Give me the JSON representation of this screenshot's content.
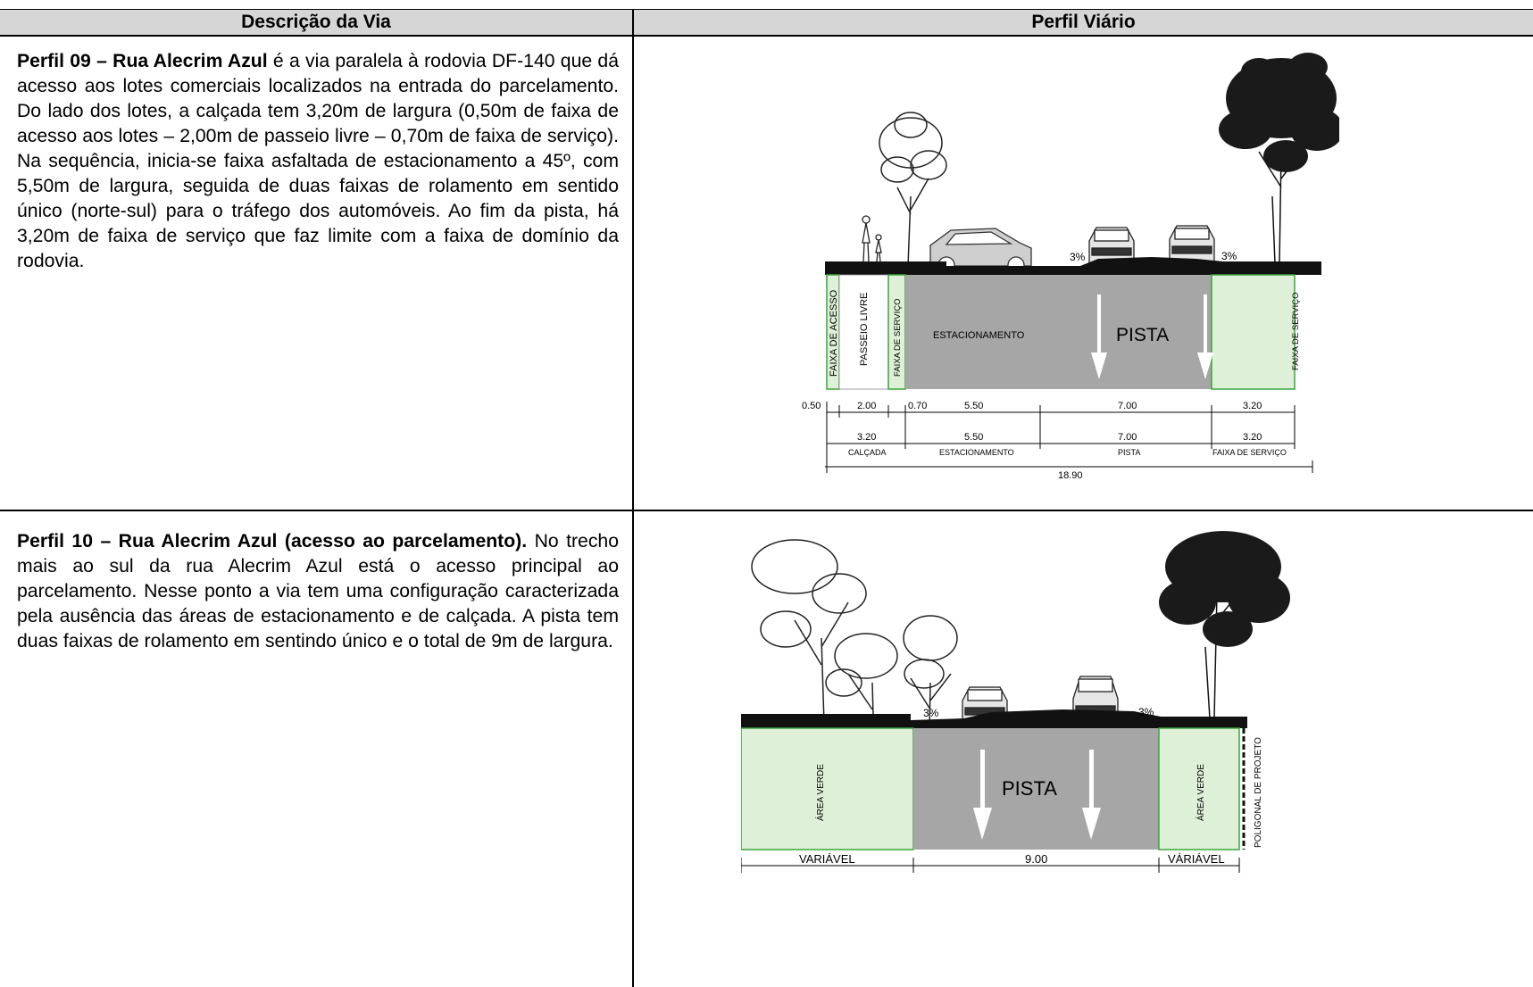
{
  "table": {
    "headers": [
      "Descrição da Via",
      "Perfil Viário"
    ]
  },
  "rows": [
    {
      "title": "Perfil 09 – Rua Alecrim Azul",
      "text": " é a via paralela à rodovia DF-140 que dá acesso aos lotes comerciais localizados na entrada do parcelamento. Do lado dos lotes, a calçada tem 3,20m de largura (0,50m de faixa de acesso aos lotes – 2,00m de passeio livre – 0,70m de faixa de serviço). Na sequência, inicia-se faixa asfaltada de estacionamento a 45º, com 5,50m de largura, seguida de duas faixas de rolamento em sentido único (norte-sul) para o tráfego dos automóveis. Ao fim da pista, há 3,20m de faixa de serviço que faz limite com a faixa de domínio da rodovia.",
      "diagram": {
        "slope_left": "3%",
        "slope_right": "3%",
        "zones": {
          "faixa_acesso": "FAIXA DE ACESSO",
          "passeio_livre": "PASSEIO LIVRE",
          "faixa_servico_left": "FAIXA DE SERVIÇO",
          "estacionamento": "ESTACIONAMENTO",
          "pista": "PISTA",
          "faixa_servico_right": "FAIXA DE SERVIÇO"
        },
        "dims_row1": [
          "0.50",
          "2.00",
          "0.70",
          "5.50",
          "7.00",
          "3.20"
        ],
        "dims_row2": [
          "3.20",
          "5.50",
          "7.00",
          "3.20"
        ],
        "dims_row2_labels": [
          "CALÇADA",
          "ESTACIONAMENTO",
          "PISTA",
          "FAIXA DE SERVIÇO"
        ],
        "total": "18.90"
      }
    },
    {
      "title": "Perfil 10 – Rua Alecrim Azul (acesso ao parcelamento).",
      "text": " No trecho mais ao sul da rua Alecrim Azul está o acesso principal ao parcelamento. Nesse ponto a via tem uma configuração caracterizada pela ausência das áreas de estacionamento e de calçada. A pista tem duas faixas de rolamento em sentindo único e o total de 9m de largura.",
      "diagram": {
        "slope_left": "3%",
        "slope_right": "3%",
        "zones": {
          "area_verde_left": "ÁREA VERDE",
          "pista": "PISTA",
          "area_verde_right": "ÁREA VERDE",
          "poligonal": "POLIGONAL DE PROJETO"
        },
        "dims": [
          "VARIÁVEL",
          "9.00",
          "VÁRIÁVEL"
        ]
      }
    }
  ],
  "colors": {
    "header_bg": "#d6d6d6",
    "green_zone": "#dff0d8",
    "green_border": "#3aa63a",
    "road": "#a6a6a6",
    "surface": "#111111"
  }
}
